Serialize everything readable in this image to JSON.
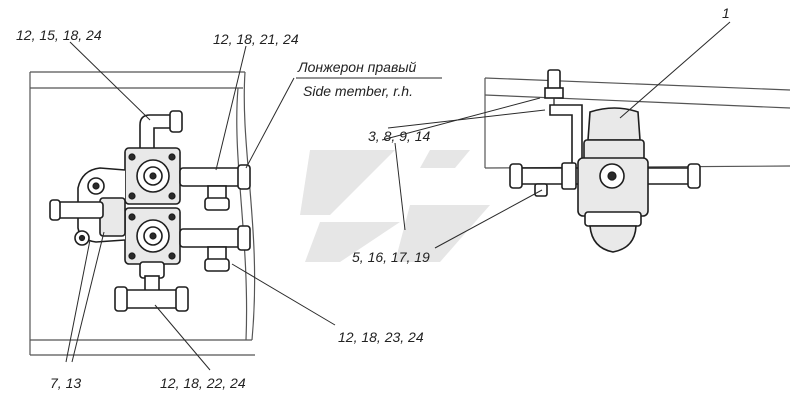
{
  "callouts": {
    "c_12_15_18_24": "12, 15, 18, 24",
    "c_12_18_21_24": "12, 18, 21, 24",
    "c_3_8_9_14": "3, 8, 9, 14",
    "c_5_16_17_19": "5, 16, 17, 19",
    "c_12_18_23_24": "12, 18, 23, 24",
    "c_12_18_22_24": "12, 18, 22, 24",
    "c_7_13": "7, 13",
    "c_1": "1"
  },
  "member_label": {
    "ru": "Лонжерон правый",
    "en": "Side member, r.h."
  }
}
